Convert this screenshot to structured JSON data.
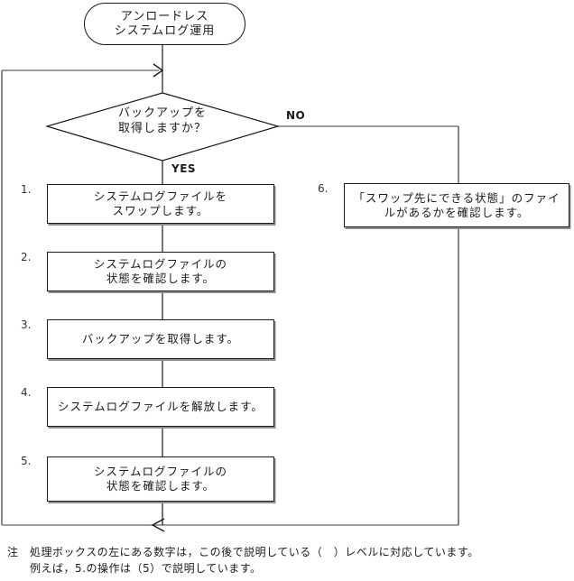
{
  "flowchart": {
    "start": {
      "line1": "アンロードレス",
      "line2": "システムログ運用"
    },
    "decision": {
      "line1": "バックアップを",
      "line2": "取得しますか？",
      "yes_label": "YES",
      "no_label": "NO"
    },
    "steps": [
      {
        "number": "1.",
        "line1": "システムログファイルを",
        "line2": "スワップします。"
      },
      {
        "number": "2.",
        "line1": "システムログファイルの",
        "line2": "状態を確認します。"
      },
      {
        "number": "3.",
        "line1": "バックアップを取得します。",
        "line2": ""
      },
      {
        "number": "4.",
        "line1": "システムログファイルを解放します。",
        "line2": ""
      },
      {
        "number": "5.",
        "line1": "システムログファイルの",
        "line2": "状態を確認します。"
      },
      {
        "number": "6.",
        "line1": "「スワップ先にできる状態」のファイ",
        "line2": "ルがあるかを確認します。"
      }
    ],
    "note": {
      "label": "注",
      "line1": "処理ボックスの左にある数字は，この後で説明している（　）レベルに対応しています。",
      "line2": "例えば，5.の操作は（5）で説明しています。"
    },
    "colors": {
      "background": "#ffffff",
      "shape_line": "#1a1a1a",
      "loop_line": "#7d7d7d"
    }
  }
}
